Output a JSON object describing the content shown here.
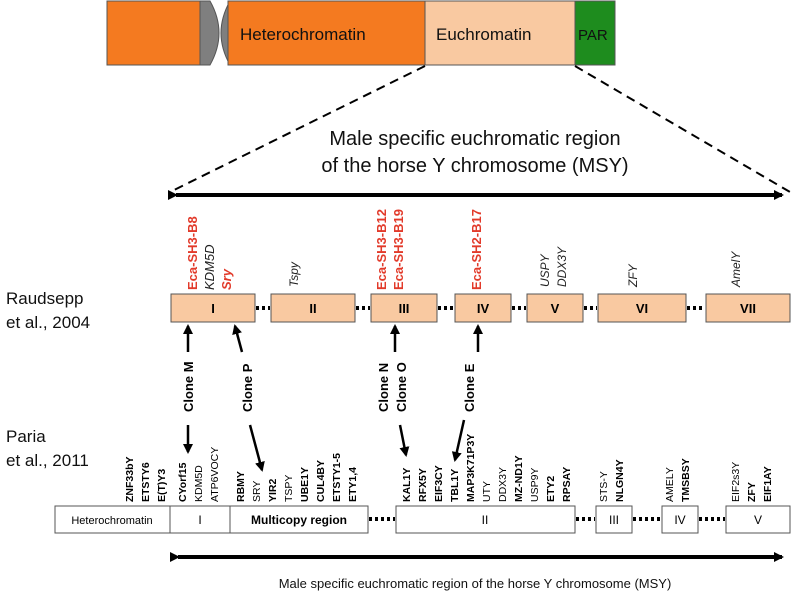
{
  "chromosome": {
    "heterochromatin": "Heterochromatin",
    "euchromatin": "Euchromatin",
    "par": "PAR"
  },
  "msy_title": {
    "line1": "Male specific euchromatic region",
    "line2": "of the horse Y chromosome (MSY)"
  },
  "raudsepp": {
    "citation_line1": "Raudsepp",
    "citation_line2": "et al., 2004",
    "blocks": [
      "I",
      "II",
      "III",
      "IV",
      "V",
      "VI",
      "VII"
    ],
    "labels": {
      "block1": [
        "Eca-SH3-B8",
        "KDM5D",
        "Sry"
      ],
      "block2": [
        "Tspy"
      ],
      "block3": [
        "Eca-SH3-B12",
        "Eca-SH3-B19"
      ],
      "block4": [
        "Eca-SH2-B17"
      ],
      "block5": [
        "USPY",
        "DDX3Y"
      ],
      "block6": [
        "ZFY"
      ],
      "block7": [
        "AmelY"
      ]
    }
  },
  "clones": [
    "Clone M",
    "Clone P",
    "Clone N",
    "Clone O",
    "Clone E"
  ],
  "paria": {
    "citation_line1": "Paria",
    "citation_line2": "et al., 2011",
    "segments": [
      "Heterochromatin",
      "I",
      "Multicopy region",
      "II",
      "III",
      "IV",
      "V"
    ],
    "genes": {
      "het": [
        "ZNF33bY",
        "ETSTY6",
        "E(T)Y3"
      ],
      "block1": [
        "CYorf15",
        "KDM5D",
        "ATP6VOCY"
      ],
      "multicopy": [
        "RBMY",
        "SRY",
        "YIR2",
        "TSPY",
        "UBE1Y",
        "CUL4BY",
        "ETSTY1-5",
        "ETY1,4"
      ],
      "block2": [
        "KAL1Y",
        "RFX5Y",
        "EIF3CY",
        "TBL1Y",
        "MAP3K71P3Y",
        "UTY",
        "DDX3Y",
        "MZ-ND1Y",
        "USP9Y",
        "ETY2",
        "RPSAY"
      ],
      "block3": [
        "STS-Y",
        "NLGN4Y"
      ],
      "block4": [
        "AMELY",
        "TMSBSY"
      ],
      "block5": [
        "EIF2s3Y",
        "ZFY",
        "EIF1AY"
      ]
    }
  },
  "bottom_caption": "Male specific euchromatic region of the horse Y chromosome (MSY)",
  "colors": {
    "orange": "#f47a20",
    "gray": "#7f7f7f",
    "peach": "#f9c9a1",
    "green": "#1e8c1e",
    "red": "#e23a2a",
    "black": "#000000"
  }
}
